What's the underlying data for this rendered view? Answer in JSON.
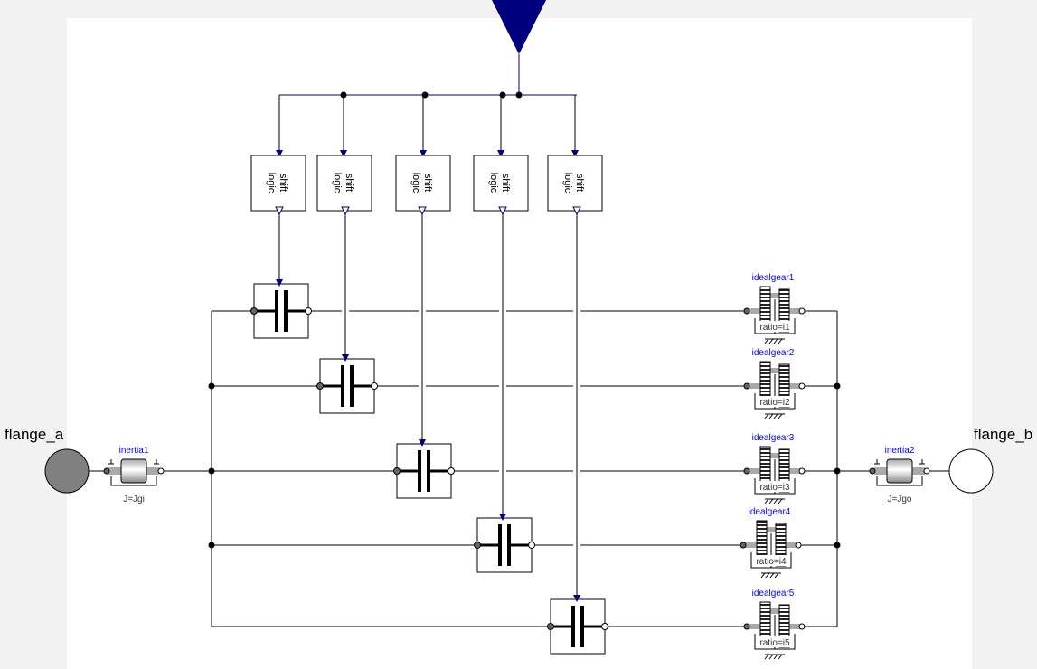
{
  "flange_a": {
    "label": "flange_a"
  },
  "flange_b": {
    "label": "flange_b"
  },
  "inertia1": {
    "name": "inertia1",
    "param": "J=Jgi"
  },
  "inertia2": {
    "name": "inertia2",
    "param": "J=Jgo"
  },
  "shift_logic": [
    {
      "line1": "shift",
      "line2": "logic"
    },
    {
      "line1": "shift",
      "line2": "logic"
    },
    {
      "line1": "shift",
      "line2": "logic"
    },
    {
      "line1": "shift",
      "line2": "logic"
    },
    {
      "line1": "shift",
      "line2": "logic"
    }
  ],
  "gears": [
    {
      "name": "idealgear1",
      "ratio": "ratio=i1"
    },
    {
      "name": "idealgear2",
      "ratio": "ratio=i2"
    },
    {
      "name": "idealgear3",
      "ratio": "ratio=i3"
    },
    {
      "name": "idealgear4",
      "ratio": "ratio=i4"
    },
    {
      "name": "idealgear5",
      "ratio": "ratio=i5"
    }
  ],
  "colors": {
    "signal": "#00007f",
    "label": "#0000ff",
    "line": "#000000"
  }
}
